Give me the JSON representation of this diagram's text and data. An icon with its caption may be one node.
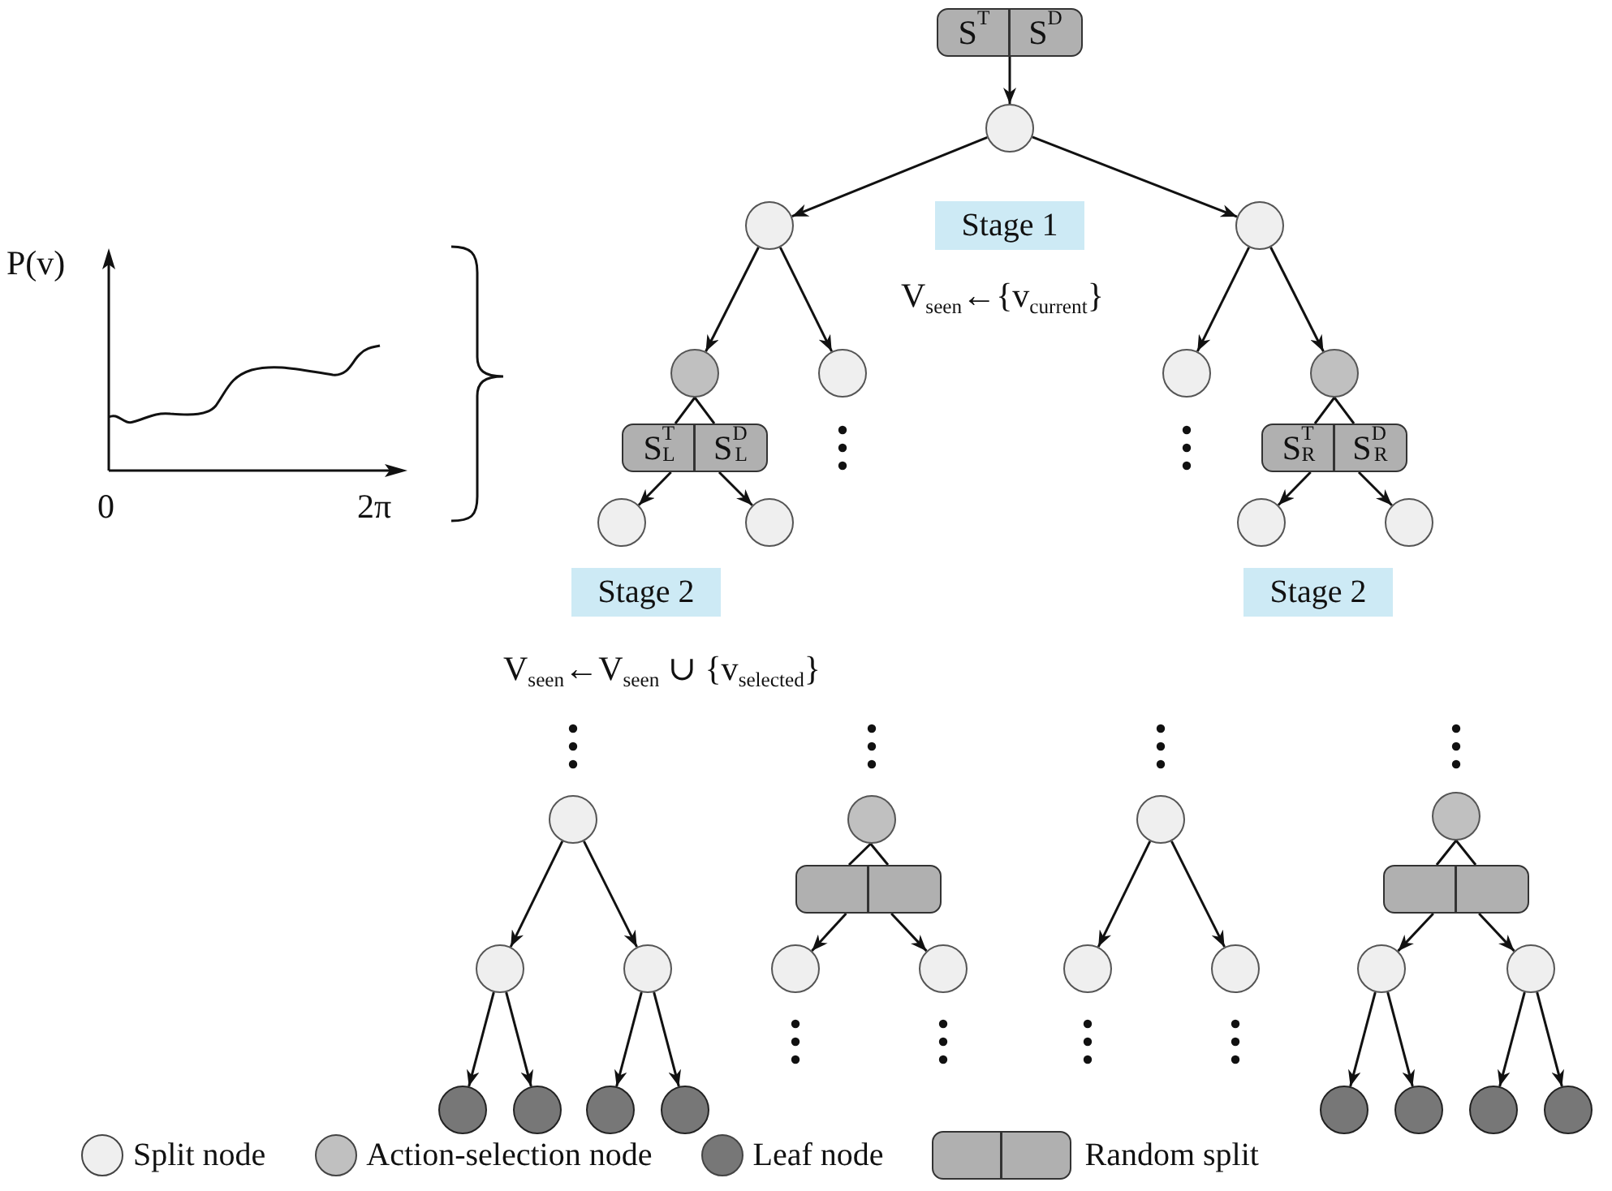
{
  "diagram": {
    "nodes": [
      {
        "text": [
          "S$^{T}$",
          "S$^{D}$"
        ]
      },
      {
        "text": [],
        "shape": "circle"
      },
      {
        "text": [],
        "shape": "circle"
      },
      {
        "text": [],
        "shape": "circle"
      },
      {
        "text": [],
        "shape": "circle"
      },
      {
        "text": [],
        "shape": "circle"
      },
      {
        "text": [],
        "shape": "circle"
      },
      {
        "text": [],
        "shape": "circle"
      },
      {
        "text": [
          "S$^{T}$$_{L}$",
          "S$^{D}$$_{L}$"
        ]
      },
      {
        "text": [],
        "shape": "circle"
      },
      {
        "text": [],
        "shape": "circle"
      },
      {
        "text": [
          "S$^{T}$$_{R}$",
          "S$^{D}$$_{R}$"
        ]
      },
      {
        "text": [],
        "shape": "circle"
      },
      {
        "text": [],
        "shape": "circle"
      },
      {
        "text": [],
        "shape": "circle"
      },
      {
        "text": [],
        "shape": "circle"
      },
      {
        "text": [],
        "shape": "circle"
      },
      {
        "text": [],
        "shape": "circle"
      },
      {
        "text": [],
        "shape": "circle"
      },
      {
        "text": [],
        "shape": "circle"
      },
      {
        "text": [],
        "shape": "circle"
      },
      {
        "text": [],
        "shape": "circle"
      },
      {
        "text": [],
        "shape": "box"
      },
      {
        "text": [],
        "shape": "circle"
      },
      {
        "text": [],
        "shape": "circle"
      },
      {
        "text": [],
        "shape": "circle"
      },
      {
        "text": [],
        "shape": "circle"
      },
      {
        "text": [],
        "shape": "circle"
      },
      {
        "text": [],
        "shape": "circle"
      },
      {
        "text": [],
        "shape": "box"
      },
      {
        "text": [],
        "shape": "circle"
      },
      {
        "text": [],
        "shape": "circle"
      },
      {
        "text": [],
        "shape": "circle"
      },
      {
        "text": [],
        "shape": "circle"
      },
      {
        "text": [],
        "shape": "circle"
      },
      {
        "text": [],
        "shape": "circle"
      },
      {
        "text": [
          "Stage 1"
        ]
      },
      {
        "text": [
          "Stage 2"
        ]
      },
      {
        "text": [
          "Stage 2"
        ]
      }
    ],
    "edges": [
      {
        "from": 0,
        "to": 1,
        "arrow": "to"
      },
      {
        "from": 1,
        "to": 2,
        "arrow": "to"
      },
      {
        "from": 1,
        "to": 3,
        "arrow": "to"
      },
      {
        "from": 2,
        "to": 4,
        "arrow": "to"
      },
      {
        "from": 2,
        "to": 5,
        "arrow": "to"
      },
      {
        "from": 3,
        "to": 6,
        "arrow": "to"
      },
      {
        "from": 3,
        "to": 7,
        "arrow": "to"
      },
      {
        "from": 4,
        "to": 8,
        "arrow": "none"
      },
      {
        "from": 8,
        "to": 9,
        "arrow": "to"
      },
      {
        "from": 8,
        "to": 10,
        "arrow": "to"
      },
      {
        "from": 7,
        "to": 11,
        "arrow": "none"
      },
      {
        "from": 11,
        "to": 12,
        "arrow": "to"
      },
      {
        "from": 11,
        "to": 13,
        "arrow": "to"
      },
      {
        "from": 14,
        "to": 15,
        "arrow": "to"
      },
      {
        "from": 14,
        "to": 16,
        "arrow": "to"
      },
      {
        "from": 15,
        "to": 17,
        "arrow": "to"
      },
      {
        "from": 15,
        "to": 18,
        "arrow": "to"
      },
      {
        "from": 16,
        "to": 19,
        "arrow": "to"
      },
      {
        "from": 16,
        "to": 20,
        "arrow": "to"
      },
      {
        "from": 21,
        "to": 22,
        "arrow": "none"
      },
      {
        "from": 22,
        "to": 23,
        "arrow": "to"
      },
      {
        "from": 22,
        "to": 24,
        "arrow": "to"
      },
      {
        "from": 25,
        "to": 26,
        "arrow": "to"
      },
      {
        "from": 25,
        "to": 27,
        "arrow": "to"
      },
      {
        "from": 28,
        "to": 29,
        "arrow": "none"
      },
      {
        "from": 29,
        "to": 30,
        "arrow": "to"
      },
      {
        "from": 29,
        "to": 31,
        "arrow": "to"
      },
      {
        "from": 30,
        "to": 32,
        "arrow": "to"
      },
      {
        "from": 30,
        "to": 33,
        "arrow": "to"
      },
      {
        "from": 31,
        "to": 34,
        "arrow": "to"
      },
      {
        "from": 31,
        "to": 35,
        "arrow": "to"
      }
    ],
    "labels": [
      "P(v)",
      "V$_{seen}$←{v$_{current}$}",
      "0",
      "2π",
      "V$_{seen}$←V$_{seen}$ ∪ {v$_{selected}$}"
    ],
    "legend": [
      {
        "text": "Split node",
        "color": "#efefef"
      },
      {
        "text": "Action-selection node",
        "color": "#c0c0c0"
      },
      {
        "text": "Leaf node",
        "color": "#777777"
      },
      {
        "text": "Random split"
      }
    ]
  }
}
